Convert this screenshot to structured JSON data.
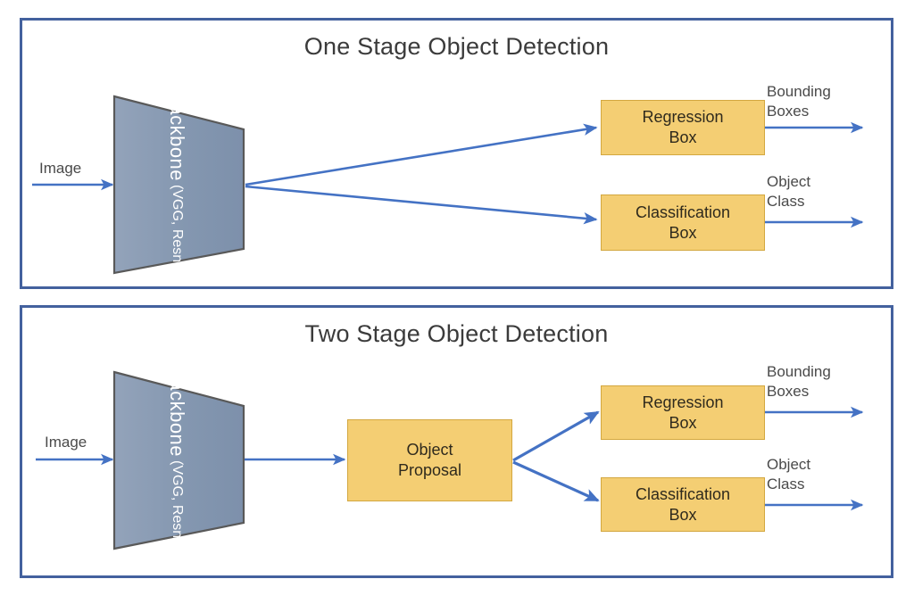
{
  "diagram": {
    "title_top": "One Stage Object Detection",
    "title_bottom": "Two Stage Object Detection",
    "colors": {
      "panel_border": "#43619e",
      "arrow": "#4472c4",
      "backbone_fill": "#8497b0",
      "backbone_stroke": "#595959",
      "box_fill": "#f4ce73",
      "box_stroke": "#d3a73f",
      "title_text": "#3b3b3b",
      "label_text": "#4a4a4a",
      "backbone_text": "#ffffff"
    }
  },
  "one_stage": {
    "title": "One Stage Object Detection",
    "input_label": "Image",
    "backbone": {
      "name": "Backbone",
      "sub": "(VGG, Resnet)"
    },
    "boxes": [
      {
        "id": "regression",
        "line1": "Regression",
        "line2": "Box"
      },
      {
        "id": "classification",
        "line1": "Classification",
        "line2": "Box"
      }
    ],
    "outputs": [
      {
        "id": "bounding-boxes",
        "line1": "Bounding",
        "line2": "Boxes"
      },
      {
        "id": "object-class",
        "line1": "Object",
        "line2": "Class"
      }
    ]
  },
  "two_stage": {
    "title": "Two Stage Object Detection",
    "input_label": "Image",
    "backbone": {
      "name": "Backbone",
      "sub": "(VGG, Resnet)"
    },
    "proposal": {
      "line1": "Object",
      "line2": "Proposal"
    },
    "boxes": [
      {
        "id": "regression",
        "line1": "Regression",
        "line2": "Box"
      },
      {
        "id": "classification",
        "line1": "Classification",
        "line2": "Box"
      }
    ],
    "outputs": [
      {
        "id": "bounding-boxes",
        "line1": "Bounding",
        "line2": "Boxes"
      },
      {
        "id": "object-class",
        "line1": "Object",
        "line2": "Class"
      }
    ]
  }
}
